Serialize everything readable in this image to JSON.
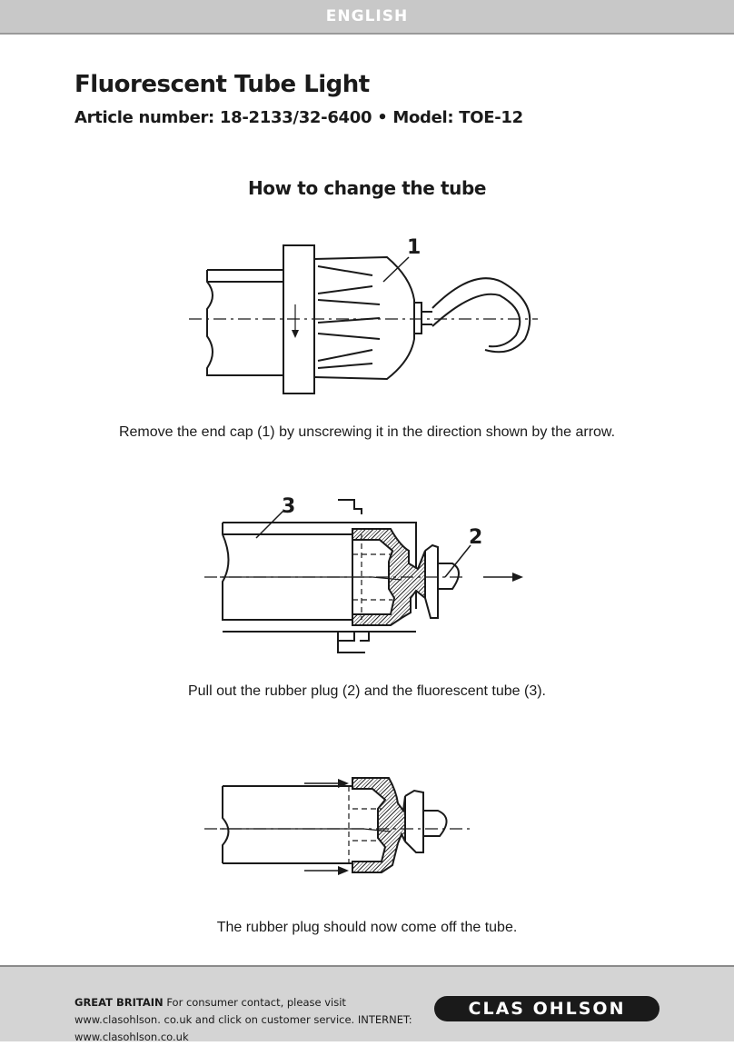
{
  "header": {
    "language": "ENGLISH"
  },
  "document": {
    "title": "Fluorescent Tube Light",
    "subtitle": "Article number: 18-2133/32-6400 • Model: TOE-12",
    "section_title": "How to change the tube"
  },
  "steps": [
    {
      "caption": "Remove the end cap (1) by unscrewing it in the direction shown by the arrow.",
      "callouts": [
        "1"
      ]
    },
    {
      "caption": "Pull out the rubber plug (2) and the fluorescent tube (3).",
      "callouts": [
        "2",
        "3"
      ]
    },
    {
      "caption": "The rubber plug should now come off the tube.",
      "callouts": []
    }
  ],
  "footer": {
    "region": "GREAT BRITAIN",
    "contact_text": "For consumer contact, please visit www.clasohlson. co.uk and click on customer service. INTERNET: www.clasohlson.co.uk",
    "logo_text": "CLAS OHLSON"
  },
  "colors": {
    "header_bar": "#c8c8c8",
    "footer_bar": "#d4d4d4",
    "ink": "#1a1a1a"
  }
}
